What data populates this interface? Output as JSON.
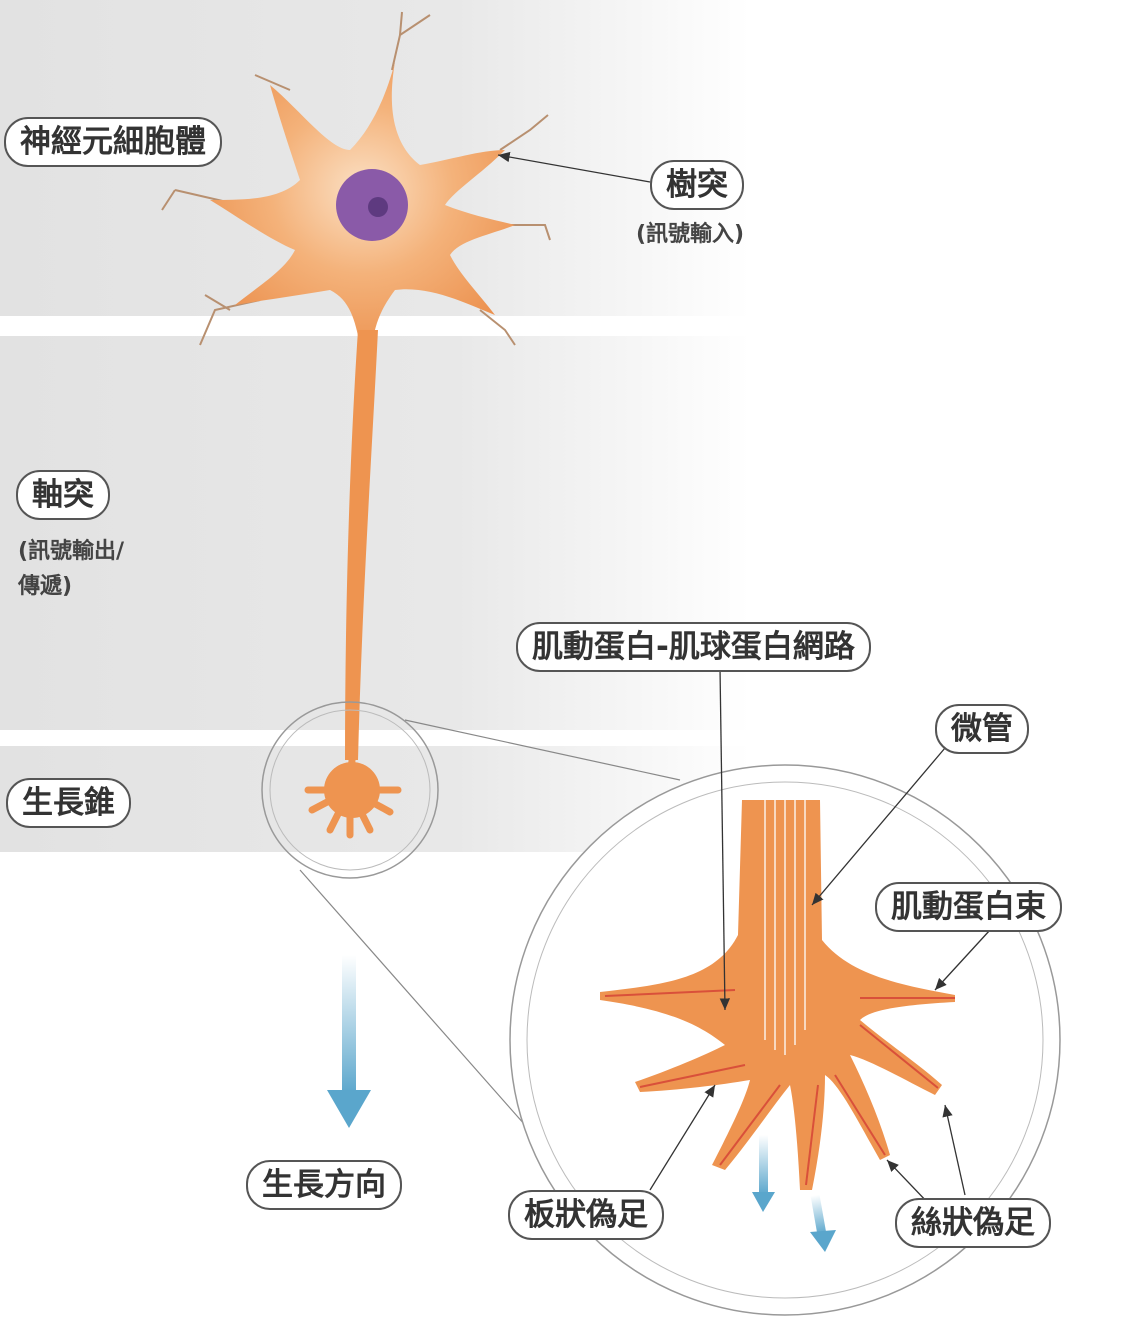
{
  "labels": {
    "cell_body": "神經元細胞體",
    "dendrite": "樹突",
    "dendrite_note": "(訊號輸入)",
    "axon": "軸突",
    "axon_note_1": "(訊號輸出/",
    "axon_note_2": "傳遞)",
    "growth_cone": "生長錐",
    "actomyosin": "肌動蛋白-肌球蛋白網路",
    "microtubule": "微管",
    "actin_bundle": "肌動蛋白束",
    "growth_direction": "生長方向",
    "lamellipodia": "板狀偽足",
    "filopodia": "絲狀偽足"
  },
  "colors": {
    "cell": "#f0a060",
    "cell_dark": "#e07a30",
    "nucleus": "#8a5aa8",
    "arrow": "#5aa6cc",
    "actin": "#d9503a"
  }
}
